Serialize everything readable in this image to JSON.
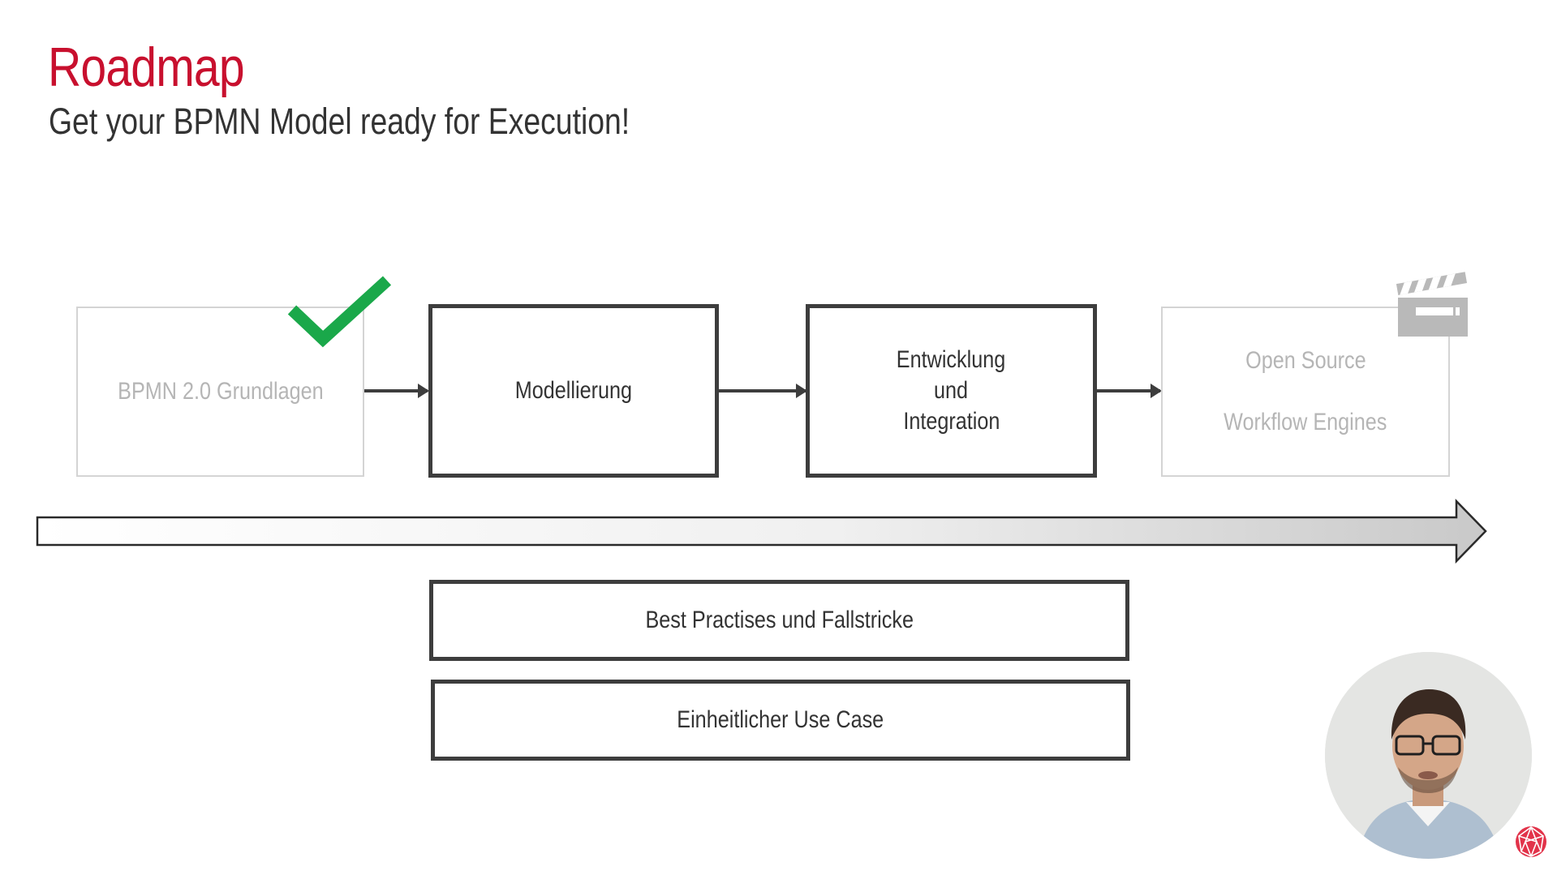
{
  "slide": {
    "title": "Roadmap",
    "subtitle": "Get your BPMN Model ready for Execution!"
  },
  "roadmap": {
    "steps": [
      {
        "lines": [
          "BPMN 2.0 Grundlagen"
        ],
        "state": "completed",
        "status_icon": "checkmark-icon"
      },
      {
        "lines": [
          "Modellierung"
        ],
        "state": "active"
      },
      {
        "lines": [
          "Entwicklung",
          "und",
          "Integration"
        ],
        "state": "active"
      },
      {
        "lines": [
          "Open Source",
          "Workflow Engines"
        ],
        "state": "upcoming",
        "status_icon": "clapperboard-icon"
      }
    ],
    "topics": [
      {
        "label": "Best Practises und Fallstricke"
      },
      {
        "label": "Einheitlicher Use Case"
      }
    ]
  },
  "colors": {
    "title": "#c8102e",
    "checkmark": "#1aa84a",
    "box_border": "#3d3d3d",
    "box_border_dim": "#d4d4d4",
    "text_dim": "#b5b5b5"
  },
  "presenter": {
    "video_overlay": "presenter-webcam"
  },
  "branding": {
    "logo_icon": "brand-sphere-icon"
  }
}
